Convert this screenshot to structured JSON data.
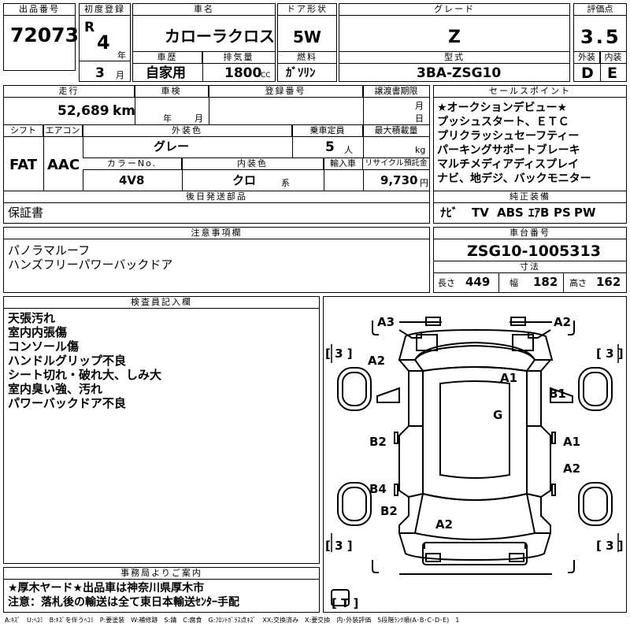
{
  "header": {
    "lot_no_label": "出品番号",
    "lot_no": "72073",
    "first_reg_label": "初度登録",
    "era": "R",
    "year_value": "4",
    "year_unit": "年",
    "month_value": "3",
    "month_unit": "月",
    "car_name_label": "車名",
    "car_name": "カローラクロス",
    "door_label": "ドア形状",
    "door": "5W",
    "grade_label": "グレード",
    "grade": "Z",
    "score_label": "評価点",
    "score": "3.5",
    "history_label": "車歴",
    "history": "自家用",
    "displacement_label": "排気量",
    "displacement": "1800",
    "displacement_unit": "CC",
    "fuel_label": "燃料",
    "fuel": "ｶﾞｿﾘﾝ",
    "model_label": "型式",
    "model": "3BA-ZSG10",
    "exterior_label": "外装",
    "exterior": "D",
    "interior_label": "内装",
    "interior": "E"
  },
  "specs": {
    "mileage_label": "走行",
    "mileage": "52,689",
    "mileage_unit": "km",
    "inspection_label": "車検",
    "year_unit": "年",
    "month_unit": "月",
    "reg_no_label": "登録番号",
    "transfer_label": "譲渡書期限",
    "transfer_month_unit": "月",
    "transfer_day_unit": "日",
    "shift_label": "シフト",
    "shift": "FAT",
    "ac_label": "エアコン",
    "ac": "AAC",
    "color_label": "外装色",
    "color": "グレー",
    "capacity_label": "乗車定員",
    "capacity": "5",
    "capacity_unit": "人",
    "load_label": "最大積載量",
    "load_unit": "kg",
    "color_no_label": "カラーNo.",
    "color_no": "4V8",
    "interior_color_label": "内装色",
    "interior_color": "クロ",
    "interior_color_unit": "系",
    "import_label": "輸入車",
    "recycle_label": "リサイクル預託金",
    "recycle": "9,730",
    "recycle_unit": "円",
    "later_label": "後日発送部品",
    "later": "保証書"
  },
  "sales": {
    "label": "セールスポイント",
    "points": [
      "★オークションデビュー★",
      "プッシュスタート、ＥＴＣ",
      "プリクラッシュセーフティー",
      "パーキングサポートブレーキ",
      "マルチメディアディスプレイ",
      "ナビ、地デジ、バックモニター"
    ]
  },
  "equipment": {
    "label": "純正装備",
    "items": [
      "ﾅﾋﾞ",
      "TV",
      "ABS",
      "ｴｱB",
      "PS",
      "PW"
    ]
  },
  "caution": {
    "label": "注意事項欄",
    "text": "パノラマルーフ\nハンズフリーパワーバックドア"
  },
  "chassis": {
    "label": "車台番号",
    "number": "ZSG10-1005313",
    "dims_label": "寸法",
    "length_label": "長さ",
    "length": "449",
    "width_label": "幅",
    "width": "182",
    "height_label": "高さ",
    "height": "162"
  },
  "inspector": {
    "label": "検査員記入欄",
    "text": "天張汚れ\n室内内張傷\nコンソール傷\nハンドルグリップ不良\nシート切れ・破れ大、しみ大\n室内臭い強、汚れ\nパワーバックドア不良"
  },
  "office": {
    "label": "事務局よりご案内",
    "line1": "★厚木ヤード★出品車は神奈川県厚木市",
    "line2": "注意：落札後の輸送は全て東日本輸送ｾﾝﾀｰ手配"
  },
  "diagram": {
    "damage_labels": [
      "A3",
      "A2",
      "A2",
      "A1",
      "B1",
      "G",
      "B2",
      "A1",
      "A2",
      "B4",
      "B2",
      "A2"
    ],
    "tire_labels": [
      "[ 3 ]",
      "[ 3 ]",
      "[ 3 ]",
      "[ 3 ]"
    ],
    "spare_label": "[ T ]"
  },
  "legend": "A:ｷｽﾞ　U:ﾍｺﾐ　B:ｷｽﾞを伴うﾍｺﾐ　P:要塗装　W:補修跡　S:錆　C:腐食　G:ﾌﾛﾝﾄｶﾞﾗｽ点ｷｽﾞ　XX:交換済み　X:要交換　内･外装評価　5段階ﾗﾝｸ順(A･B･C･D･E)　1"
}
